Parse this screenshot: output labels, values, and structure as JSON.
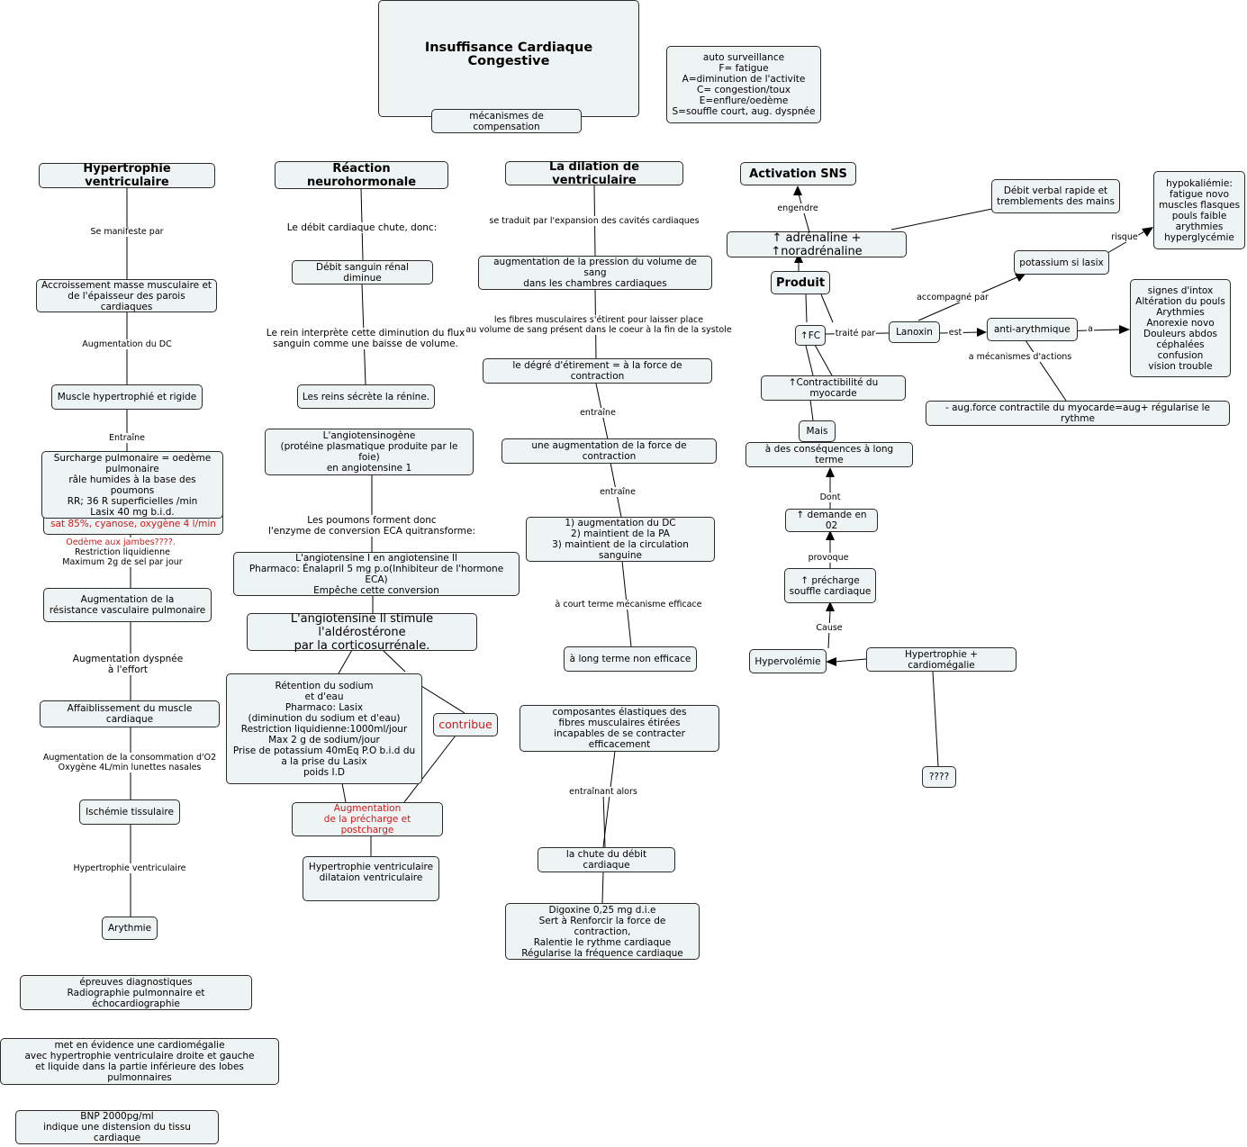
{
  "title": "Insuffisance Cardiaque Congestive",
  "subtitle": "mécanismes de compensation",
  "auto_surveillance": "auto surveillance\nF= fatigue\nA=diminution de l'activite\nC= congestion/toux\nE=enflure/oedème\nS=souffle court, aug. dyspnée",
  "col1": {
    "head": "Hypertrophie ventriculaire",
    "l1": "Se manifeste par",
    "n1": "Accroissement masse musculaire et\nde l'épaisseur des parois cardiaques",
    "l2": "Augmentation du DC",
    "n2": "Muscle hypertrophié et rigide",
    "l3": "Entraîne",
    "n3": "Surcharge pulmonaire = oedème\npulmonaire\nrâle humides à la base des poumons\nRR; 36 R superficielles /min\nLasix 40 mg b.i.d.",
    "n3_red": "sat 85%, cyanose, oxygène 4 l/min",
    "l4_red": "Oedème aux jambes????.",
    "l4": "Restriction liquidienne\nMaximum 2g de sel par jour",
    "n4": "Augmentation de la\nrésistance vasculaire pulmonaire",
    "l5": "Augmentation dyspnée\nà l'effort",
    "n5": "Affaiblissement du muscle cardiaque",
    "l6": "Augmentation de la consommation d'O2\nOxygène 4L/min lunettes nasales",
    "n6": "Ischémie tissulaire",
    "l7": "Hypertrophie ventriculaire",
    "n7": "Arythmie",
    "d1": "épreuves diagnostiques\nRadiographie pulmonnaire et échocardiographie",
    "d2": "met en évidence une cardiomégalie\navec hypertrophie ventriculaire droite et gauche\net liquide dans la partie inférieure des lobes pulmonnaires",
    "d3": "BNP 2000pg/ml\nindique une distension du tissu cardiaque"
  },
  "col2": {
    "head": "Réaction neurohormonale",
    "l1": "Le débit cardiaque chute, donc:",
    "n1": "Débit sanguin rénal diminue",
    "l2": "Le rein interprète cette diminution du flux\nsanguin comme une baisse de volume.",
    "n2": "Les reins sécrète la rénine.",
    "n3": "L'angiotensinogène\n(protéine plasmatique produite par le foie)\nen angiotensine 1",
    "l3": "Les poumons forment donc\nl'enzyme de conversion ECA quitransforme:",
    "n4": "L'angiotensine I en angiotensine ll\nPharmaco: Énalapril 5 mg p.o(Inhibiteur de l'hormone ECA)\nEmpêche cette conversion",
    "n5": "L'angiotensine ll stimule l'aldérostérone\npar la corticosurrénale.",
    "n6": "Rétention du sodium\net d'eau\nPharmaco: Lasix\n(diminution du sodium et d'eau)\nRestriction liquidienne:1000ml/jour\nMax 2 g de sodium/jour\nPrise de potassium 40mEq P.O b.i.d du\na la prise du Lasix\npoids I.D",
    "contribue": "contribue",
    "n7": "Augmentation\nde la précharge et postcharge",
    "n8": "Hypertrophie ventriculaire\ndilataion ventriculaire"
  },
  "col3": {
    "head": "La dilation de ventriculaire",
    "l1": "se traduit par l'expansion des cavités cardiaques",
    "n1": "augmentation de la pression du volume de sang\ndans les chambres cardiaques",
    "l2": "les fibres musculaires s'étirent pour laisser place\nau volume de sang présent dans le coeur à la fin de la systole",
    "n2": "le dégré d'étirement = à la force de contraction",
    "l3": "entraîne",
    "n3": "une augmentation de la force de contraction",
    "l4": "entraîne",
    "n4": "1) augmentation du DC\n2) maintient de la PA\n3) maintient de la circulation sanguine",
    "l5": "à court terme mécanisme efficace",
    "n5": "à long terme non efficace",
    "n6": "composantes élastiques des\nfibres musculaires étirées\nincapables de se contracter efficacement",
    "l6": "entraînant alors",
    "n7": "la chute du débit cardiaque",
    "n8": "Digoxine 0,25 mg d.i.e\nSert à Renforcir la force de contraction,\nRalentie le rythme cardiaque\nRégularise la fréquence cardiaque"
  },
  "col4": {
    "head": "Activation SNS",
    "l_engendre": "engendre",
    "adren": "↑ adrénaline + ↑noradrénaline",
    "debit_verbal": "Débit verbal rapide et\ntremblements des mains",
    "produit": "Produit",
    "fc": "↑FC",
    "l_traite": "traité par",
    "lanoxin": "Lanoxin",
    "l_est": "est",
    "anti": "anti-arythmique",
    "l_a": "a",
    "intox": "signes d'intox\nAltération du pouls\nArythmies\nAnorexie novo\nDouleurs abdos\ncéphalées\nconfusion\nvision trouble",
    "l_accomp": "accompagné par",
    "potassium": "potassium si lasix",
    "l_risque": "risque",
    "hypok": "hypokaliémie:\nfatigue novo\nmuscles flasques\npouls faible\narythmies\nhyperglycémie",
    "l_mecan": "a mécanismes d'actions",
    "aug_force": "- aug.force contractile du myocarde=aug+ régularise le rythme",
    "contract": "↑Contractibilité du myocarde",
    "mais": "Mais",
    "consequences": "à des conséquences à long terme",
    "l_dont": "Dont",
    "demande": "↑ demande en 02",
    "l_provoque": "provoque",
    "precharge": "↑ précharge\nsouffle cardiaque",
    "l_cause": "Cause",
    "hypervol": "Hypervolémie",
    "cardiomeg": "Hypertrophie + cardiomégalie",
    "unknown": "????"
  }
}
